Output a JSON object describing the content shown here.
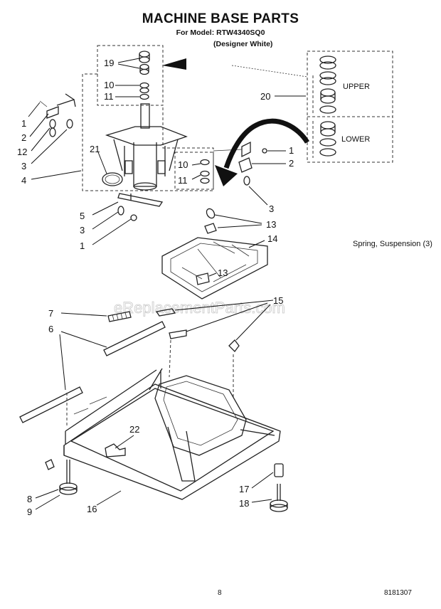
{
  "title": "MACHINE BASE PARTS",
  "model_line": "For Model: RTW4340SQ0",
  "variant_line": "(Designer White)",
  "watermark": "eReplacementParts.com",
  "note": "Spring, Suspension (3)",
  "callouts": {
    "c19": "19",
    "c10a": "10",
    "c11a": "11",
    "c20": "20",
    "c1a": "1",
    "c2a": "2",
    "c12": "12",
    "c3a": "3",
    "c21": "21",
    "c4": "4",
    "c10b": "10",
    "c11b": "11",
    "c1b": "1",
    "c2b": "2",
    "c3b": "3",
    "c5": "5",
    "c3c": "3",
    "c1c": "1",
    "c13a": "13",
    "c14": "14",
    "c13b": "13",
    "c7": "7",
    "c6": "6",
    "c15": "15",
    "c22": "22",
    "c8": "8",
    "c9": "9",
    "c16": "16",
    "c17": "17",
    "c18": "18"
  },
  "seal_labels": {
    "upper": "UPPER",
    "lower": "LOWER"
  },
  "page_number": "8",
  "doc_number": "8181307"
}
